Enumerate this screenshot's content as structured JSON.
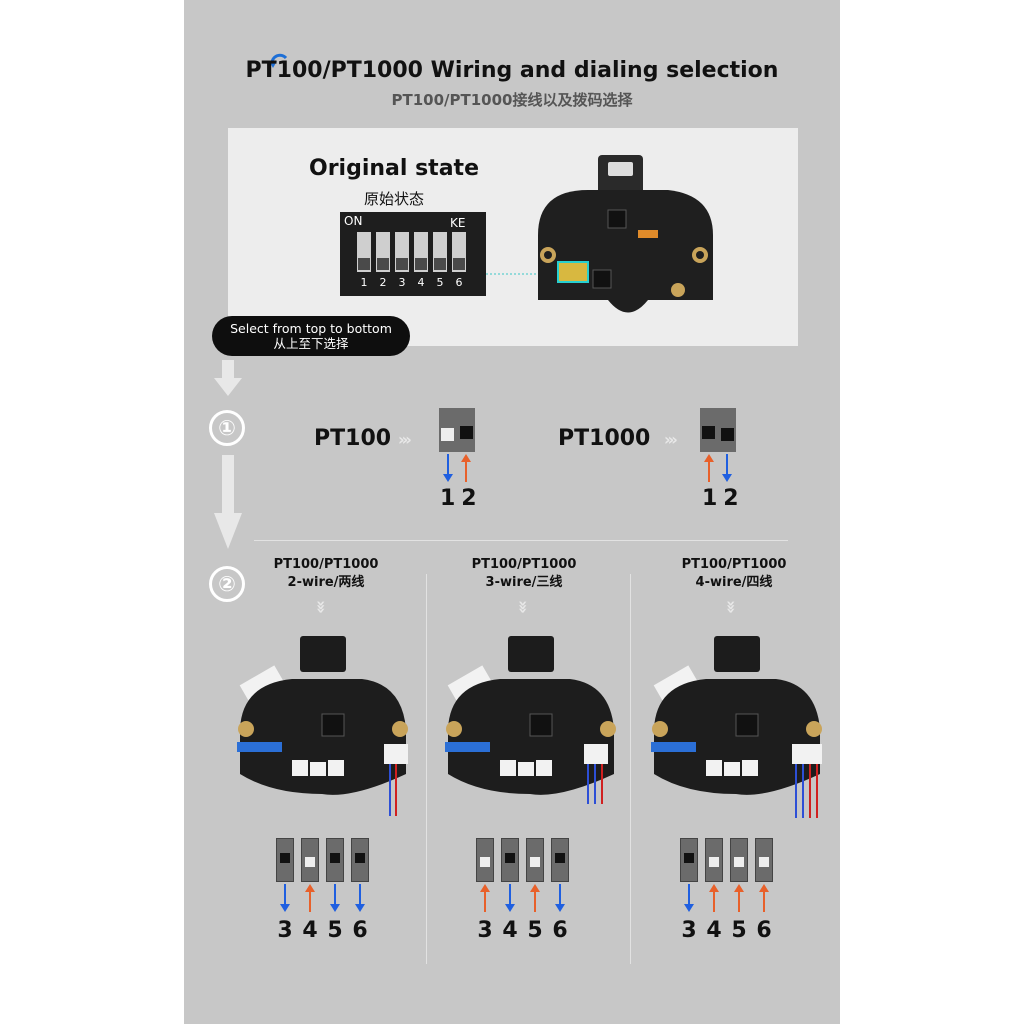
{
  "header": {
    "title": "PT100/PT1000 Wiring and dialing selection",
    "subtitle": "PT100/PT1000接线以及拨码选择"
  },
  "original_state": {
    "title": "Original state",
    "subtitle": "原始状态",
    "dip_on_label": "ON",
    "dip_ke_label": "KE",
    "dip_numbers": [
      "1",
      "2",
      "3",
      "4",
      "5",
      "6"
    ]
  },
  "instruction": {
    "line1": "Select from top to bottom",
    "line2": "从上至下选择"
  },
  "step1": {
    "number": "①",
    "options": [
      {
        "label": "PT100",
        "digits": "12",
        "arrows": [
          "down",
          "up"
        ]
      },
      {
        "label": "PT1000",
        "digits": "12",
        "arrows": [
          "up",
          "down"
        ]
      }
    ]
  },
  "step2": {
    "number": "②",
    "columns": [
      {
        "line1": "PT100/PT1000",
        "line2": "2-wire/两线",
        "digits": [
          "3",
          "4",
          "5",
          "6"
        ],
        "arrows": [
          "down",
          "up",
          "down",
          "down"
        ]
      },
      {
        "line1": "PT100/PT1000",
        "line2": "3-wire/三线",
        "digits": [
          "3",
          "4",
          "5",
          "6"
        ],
        "arrows": [
          "up",
          "down",
          "up",
          "down"
        ]
      },
      {
        "line1": "PT100/PT1000",
        "line2": "4-wire/四线",
        "digits": [
          "3",
          "4",
          "5",
          "6"
        ],
        "arrows": [
          "down",
          "up",
          "up",
          "up"
        ]
      }
    ]
  },
  "colors": {
    "arrow_down": "#1f5fe0",
    "arrow_up": "#e8602a",
    "panel": "#c7c7c7",
    "accent": "#1e6fd6"
  }
}
